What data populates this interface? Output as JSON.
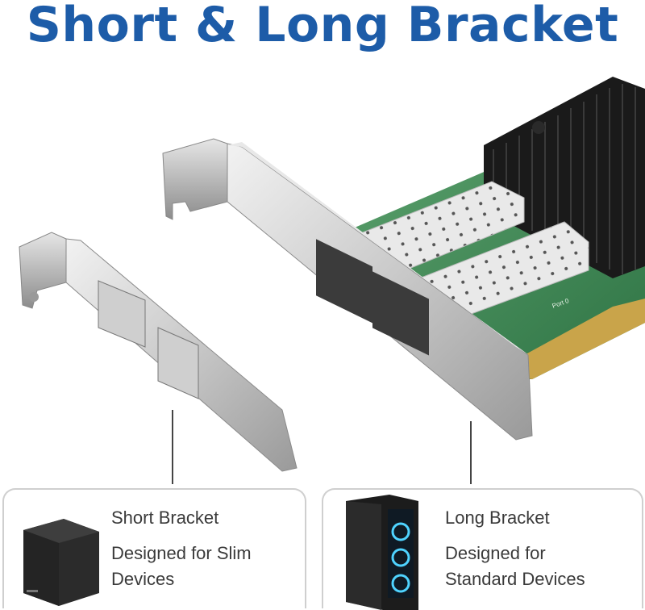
{
  "title": "Short & Long Bracket",
  "colors": {
    "title": "#1d5ca8",
    "text": "#3a3a3a",
    "pcb": "#3f8a57",
    "heatsink": "#1a1a1a"
  },
  "left_card": {
    "heading": "Short Bracket",
    "desc": "Designed for Slim\nDevices",
    "icon": "mini-pc-cube-icon"
  },
  "right_card": {
    "heading": "Long Bracket",
    "desc": "Designed for\nStandard Devices",
    "icon": "tower-pc-icon"
  },
  "board_label": "Port 0"
}
